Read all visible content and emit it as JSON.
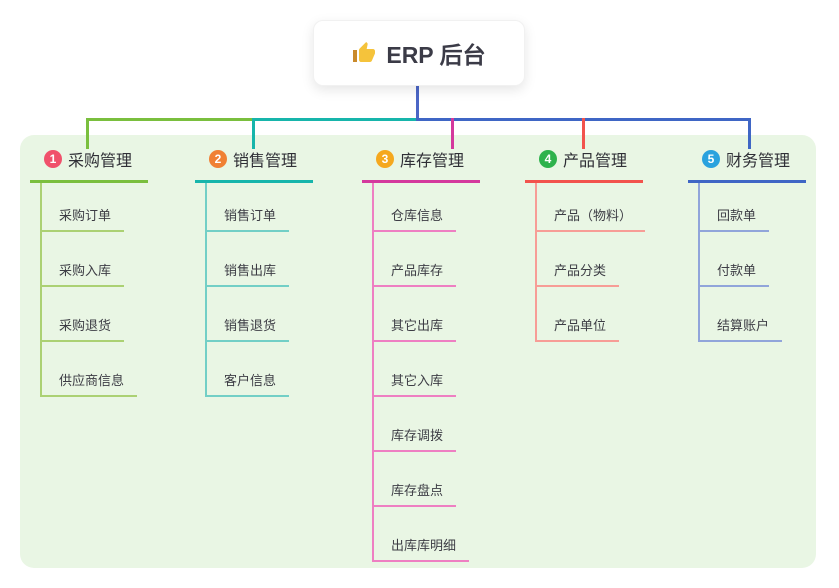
{
  "root": {
    "title": "ERP 后台",
    "icon": "thumbs-up-icon"
  },
  "branches": [
    {
      "badge": "1",
      "label": "采购管理",
      "badge_color": "#f0516b",
      "line_color": "#7abf3e",
      "light_color": "#abd173",
      "children": [
        "采购订单",
        "采购入库",
        "采购退货",
        "供应商信息"
      ]
    },
    {
      "badge": "2",
      "label": "销售管理",
      "badge_color": "#f08033",
      "line_color": "#17b5ab",
      "light_color": "#72cfc6",
      "children": [
        "销售订单",
        "销售出库",
        "销售退货",
        "客户信息"
      ]
    },
    {
      "badge": "3",
      "label": "库存管理",
      "badge_color": "#f5a81e",
      "line_color": "#d4399d",
      "light_color": "#ee7fc2",
      "children": [
        "仓库信息",
        "产品库存",
        "其它出库",
        "其它入库",
        "库存调拨",
        "库存盘点",
        "出库库明细"
      ]
    },
    {
      "badge": "4",
      "label": "产品管理",
      "badge_color": "#2eb24c",
      "line_color": "#f2534d",
      "light_color": "#f79d96",
      "children": [
        "产品（物料）",
        "产品分类",
        "产品单位"
      ]
    },
    {
      "badge": "5",
      "label": "财务管理",
      "badge_color": "#2aa2de",
      "line_color": "#3f66c5",
      "light_color": "#91a5da",
      "children": [
        "回款单",
        "付款单",
        "结算账户"
      ]
    }
  ],
  "colors": {
    "canvas_bg": "#e9f6e4",
    "root_line": "#4b66c6",
    "node_bg": "#ffffff",
    "title_text": "#3b3b47",
    "header_text": "#2f2f36",
    "child_text": "#3d3d45",
    "thumb_yellow": "#f5c33b",
    "thumb_sleeve": "#c98a2c"
  }
}
